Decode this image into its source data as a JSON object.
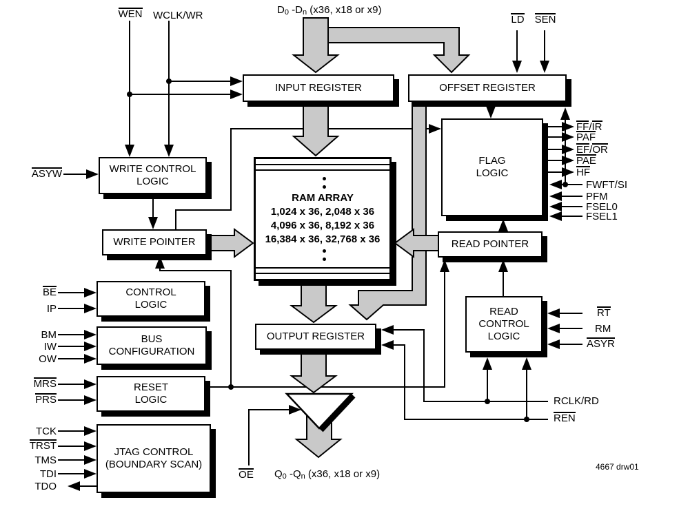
{
  "diagram": {
    "footer_note": "4667 drw01",
    "colors": {
      "bus_fill": "#c9c9c9",
      "line": "#000000",
      "box_bg": "#ffffff"
    },
    "boxes": {
      "input_register": "INPUT REGISTER",
      "offset_register": "OFFSET REGISTER",
      "flag_logic": "FLAG\nLOGIC",
      "write_control_logic": "WRITE CONTROL\nLOGIC",
      "write_pointer": "WRITE POINTER",
      "ram_array_title": "RAM ARRAY",
      "ram_array_sizes": "1,024 x 36, 2,048 x 36\n4,096 x 36, 8,192 x 36\n16,384 x 36, 32,768 x 36",
      "read_pointer": "READ POINTER",
      "control_logic": "CONTROL\nLOGIC",
      "bus_configuration": "BUS\nCONFIGURATION",
      "reset_logic": "RESET\nLOGIC",
      "jtag_control": "JTAG CONTROL\n(BOUNDARY SCAN)",
      "output_register": "OUTPUT REGISTER",
      "read_control_logic": "READ\nCONTROL\nLOGIC"
    },
    "signals": {
      "wen": {
        "parts": [
          {
            "t": "WEN",
            "o": true
          }
        ]
      },
      "wclk_wr": {
        "parts": [
          {
            "t": "WCLK/WR"
          }
        ]
      },
      "d_bus": {
        "parts": [
          {
            "t": "D"
          },
          {
            "t": "0",
            "sub": true
          },
          {
            "t": " -D"
          },
          {
            "t": "n",
            "sub": true
          },
          {
            "t": " (x36, x18 or x9)"
          }
        ]
      },
      "ld": {
        "parts": [
          {
            "t": "LD",
            "o": true
          }
        ]
      },
      "sen": {
        "parts": [
          {
            "t": "SEN",
            "o": true
          }
        ]
      },
      "asyw": {
        "parts": [
          {
            "t": "ASYW",
            "o": true
          }
        ]
      },
      "ff_ir": {
        "parts": [
          {
            "t": "FF",
            "o": true
          },
          {
            "t": "/"
          },
          {
            "t": "IR",
            "o": true
          }
        ]
      },
      "paf": {
        "parts": [
          {
            "t": "PAF",
            "o": true
          }
        ]
      },
      "ef_or": {
        "parts": [
          {
            "t": "EF",
            "o": true
          },
          {
            "t": "/"
          },
          {
            "t": "OR",
            "o": true
          }
        ]
      },
      "pae": {
        "parts": [
          {
            "t": "PAE",
            "o": true
          }
        ]
      },
      "hf": {
        "parts": [
          {
            "t": "HF",
            "o": true
          }
        ]
      },
      "fwft_si": {
        "parts": [
          {
            "t": "FWFT/SI"
          }
        ]
      },
      "pfm": {
        "parts": [
          {
            "t": "PFM"
          }
        ]
      },
      "fsel0": {
        "parts": [
          {
            "t": "FSEL0"
          }
        ]
      },
      "fsel1": {
        "parts": [
          {
            "t": "FSEL1"
          }
        ]
      },
      "rt": {
        "parts": [
          {
            "t": "RT",
            "o": true
          }
        ]
      },
      "rm": {
        "parts": [
          {
            "t": "RM"
          }
        ]
      },
      "asyr": {
        "parts": [
          {
            "t": "ASYR",
            "o": true
          }
        ]
      },
      "rclk_rd": {
        "parts": [
          {
            "t": "RCLK/RD"
          }
        ]
      },
      "ren": {
        "parts": [
          {
            "t": "REN",
            "o": true
          }
        ]
      },
      "be": {
        "parts": [
          {
            "t": "BE",
            "o": true
          }
        ]
      },
      "ip": {
        "parts": [
          {
            "t": "IP"
          }
        ]
      },
      "bm": {
        "parts": [
          {
            "t": "BM"
          }
        ]
      },
      "iw": {
        "parts": [
          {
            "t": "IW"
          }
        ]
      },
      "ow": {
        "parts": [
          {
            "t": "OW"
          }
        ]
      },
      "mrs": {
        "parts": [
          {
            "t": "MRS",
            "o": true
          }
        ]
      },
      "prs": {
        "parts": [
          {
            "t": "PRS",
            "o": true
          }
        ]
      },
      "tck": {
        "parts": [
          {
            "t": "TCK"
          }
        ]
      },
      "trst": {
        "parts": [
          {
            "t": "TRST",
            "o": true
          }
        ]
      },
      "tms": {
        "parts": [
          {
            "t": "TMS"
          }
        ]
      },
      "tdi": {
        "parts": [
          {
            "t": "TDI"
          }
        ]
      },
      "tdo": {
        "parts": [
          {
            "t": "TDO"
          }
        ]
      },
      "oe": {
        "parts": [
          {
            "t": "OE",
            "o": true
          }
        ]
      },
      "q_bus": {
        "parts": [
          {
            "t": "Q"
          },
          {
            "t": "0",
            "sub": true
          },
          {
            "t": " -Q"
          },
          {
            "t": "n",
            "sub": true
          },
          {
            "t": " (x36, x18 or x9)"
          }
        ]
      }
    }
  }
}
